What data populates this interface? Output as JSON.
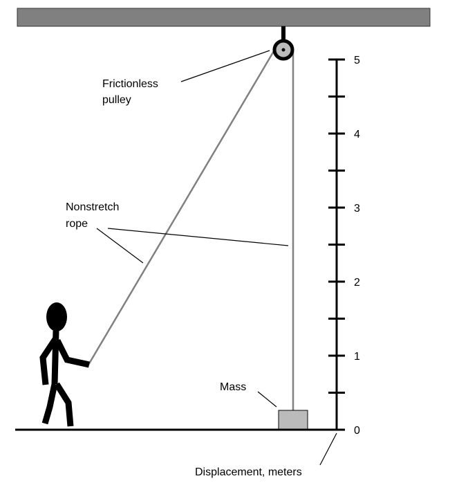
{
  "labels": {
    "pulley": [
      "Frictionless",
      "pulley"
    ],
    "rope": [
      "Nonstretch",
      "rope"
    ],
    "mass": "Mass",
    "axis": "Displacement, meters"
  },
  "scale": {
    "ticks": [
      "0",
      "1",
      "2",
      "3",
      "4",
      "5"
    ],
    "min": 0,
    "max": 5,
    "minor_step": 0.5
  },
  "colors": {
    "ceiling": "#808080",
    "rope": "#808080",
    "pulley_fill": "#bbbbbb",
    "mass_fill": "#bbbbbb"
  }
}
